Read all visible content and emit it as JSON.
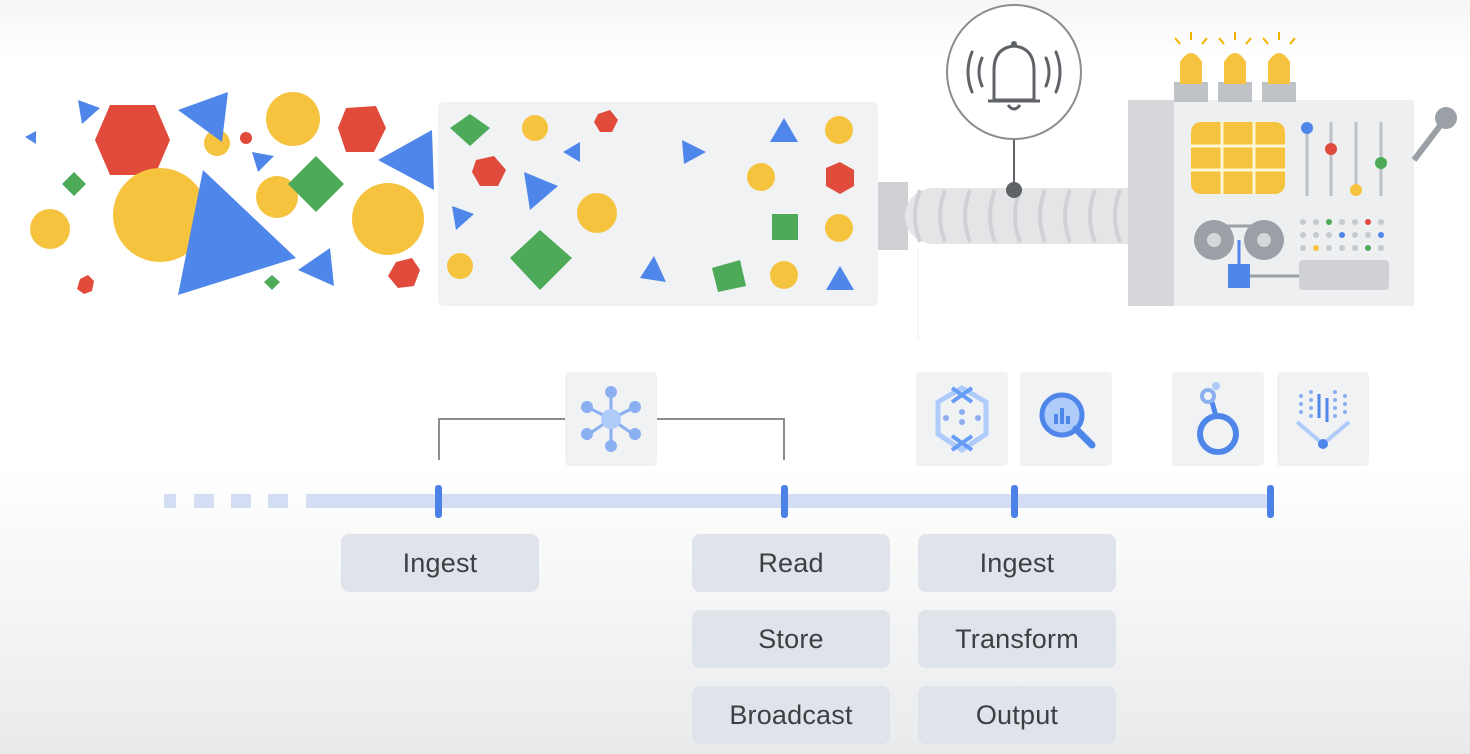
{
  "colors": {
    "red": "#e04b3c",
    "yellow": "#f6c33f",
    "blue": "#4f86ea",
    "green": "#4caa58",
    "timeline": "#d3def5",
    "tick": "#4c82e6",
    "pill_bg": "#dfe3ea"
  },
  "pipeline": {
    "steps": [
      {
        "labels": [
          "Ingest"
        ]
      },
      {
        "labels": [
          "Read",
          "Store",
          "Broadcast"
        ]
      },
      {
        "labels": [
          "Ingest",
          "Transform",
          "Output"
        ]
      }
    ]
  },
  "icons": {
    "stage_1": "pubsub-hub-icon",
    "stage_2a": "dataflow-icon",
    "stage_2b": "bigquery-icon",
    "stage_3a": "looker-icon",
    "stage_3b": "vertex-ai-icon",
    "alert": "bell-alert-icon"
  }
}
